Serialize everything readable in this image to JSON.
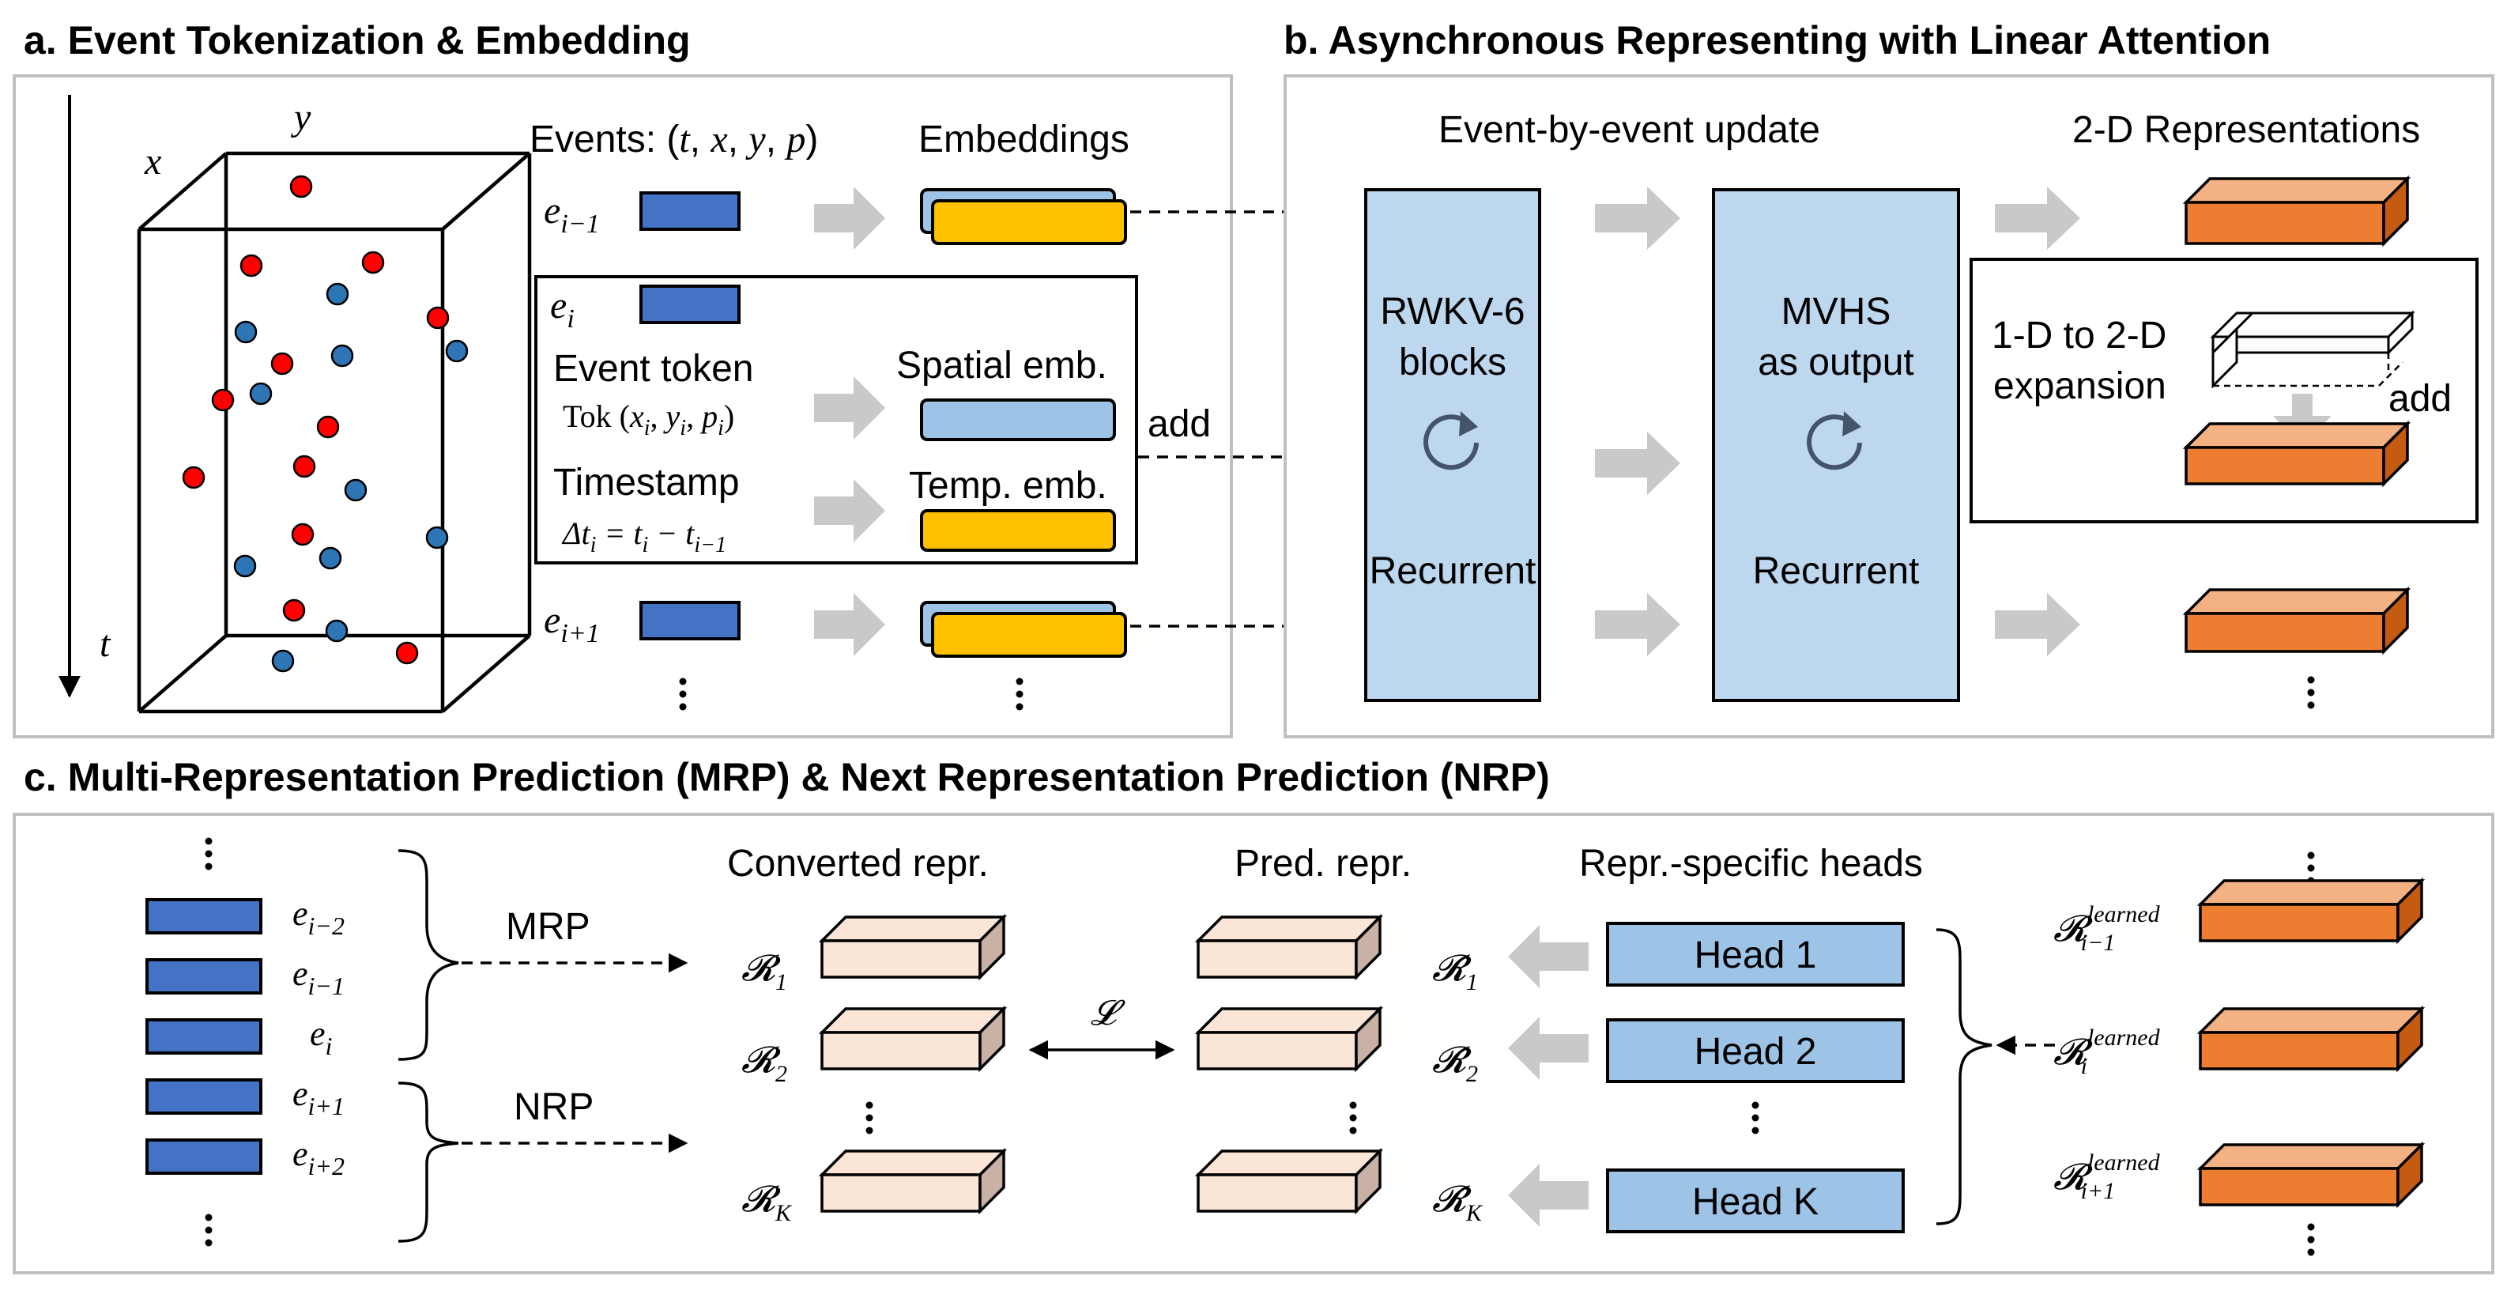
{
  "colors": {
    "token_blue": "#4472c4",
    "spatial_emb": "#9dc3e6",
    "temporal_emb": "#ffc000",
    "block_fill": "#bdd7ee",
    "repr_orange": "#ed7d31",
    "converted_fill": "#fbe5d6",
    "event_red": "#ff0000",
    "event_blue": "#2e75b6",
    "arrow_gray": "#c9c9c9"
  },
  "section_a": {
    "title": "a. Event Tokenization & Embedding",
    "axis_x": "x",
    "axis_y": "y",
    "axis_t": "t",
    "events_header": "Events: (t, x, y, p)",
    "embeddings_header": "Embeddings",
    "e_prev": "e",
    "e_prev_sub": "i−1",
    "e_cur": "e",
    "e_cur_sub": "i",
    "e_next": "e",
    "e_next_sub": "i+1",
    "event_token": "Event token",
    "tok_formula": "Tok (x",
    "tok_formula_full": "Tok (xᵢ, yᵢ, pᵢ)",
    "timestamp": "Timestamp",
    "dt_formula": "Δtᵢ = tᵢ − tᵢ₋₁",
    "spatial_emb": "Spatial emb.",
    "temp_emb": "Temp. emb.",
    "add": "add"
  },
  "section_b": {
    "title": "b. Asynchronous Representing with Linear Attention",
    "update_header": "Event-by-event update",
    "repr_header": "2-D Representations",
    "block1_line1": "RWKV-6",
    "block1_line2": "blocks",
    "block1_bottom": "Recurrent",
    "block2_line1": "MVHS",
    "block2_line2": "as output",
    "block2_bottom": "Recurrent",
    "expansion_line1": "1-D to 2-D",
    "expansion_line2": "expansion",
    "add": "add"
  },
  "section_c": {
    "title": "c. Multi-Representation Prediction (MRP) & Next Representation Prediction (NRP)",
    "tokens": [
      "eᵢ₋₂",
      "eᵢ₋₁",
      "eᵢ",
      "eᵢ₊₁",
      "eᵢ₊₂"
    ],
    "mrp": "MRP",
    "nrp": "NRP",
    "converted_header": "Converted repr.",
    "pred_header": "Pred. repr.",
    "heads_header": "Repr.-specific heads",
    "converted": [
      "𝓡₁",
      "𝓡₂",
      "𝓡_K"
    ],
    "predicted": [
      "𝓡̂₁",
      "𝓡̂₂",
      "𝓡̂_K"
    ],
    "heads": [
      "Head 1",
      "Head 2",
      "Head K"
    ],
    "loss": "𝓛",
    "learned_sup": "learned",
    "learned_subs": [
      "i−1",
      "i",
      "i+1"
    ],
    "learned_base": "𝓡"
  }
}
